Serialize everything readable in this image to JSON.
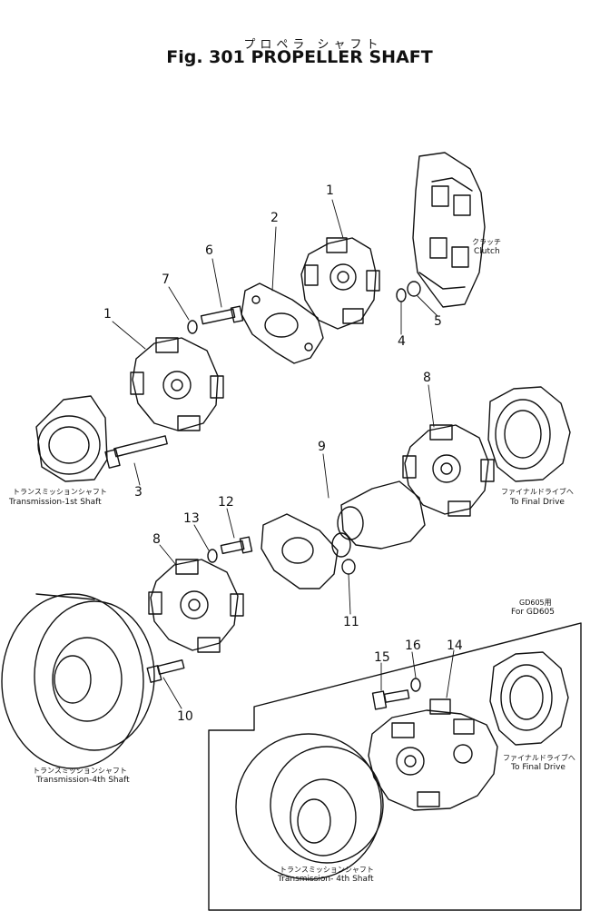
{
  "figure": {
    "title_jp": "プロペラ シャフト",
    "title_en": "Fig. 301 PROPELLER SHAFT"
  },
  "callouts": {
    "n1a": "1",
    "n1b": "1",
    "n2": "2",
    "n3": "3",
    "n4": "4",
    "n5": "5",
    "n6": "6",
    "n7": "7",
    "n8a": "8",
    "n8b": "8",
    "n9": "9",
    "n10": "10",
    "n11": "11",
    "n12": "12",
    "n13": "13",
    "n14": "14",
    "n15": "15",
    "n16": "16"
  },
  "captions": {
    "clutch_jp": "クラッチ",
    "clutch_en": "Clutch",
    "trans1_jp": "トランスミッションシャフト",
    "trans1_en": "Transmission-1st Shaft",
    "final_drive_jp": "ファイナルドライブへ",
    "final_drive_en": "To Final Drive",
    "trans4_jp": "トランスミッションシャフト",
    "trans4_en": "Transmission-4th Shaft",
    "variant_jp": "GD605用",
    "variant_en": "For GD605",
    "final_drive2_jp": "ファイナルドライブへ",
    "final_drive2_en": "To Final Drive",
    "trans4b_jp": "トランスミッションシャフト",
    "trans4b_en": "Transmission- 4th Shaft"
  }
}
